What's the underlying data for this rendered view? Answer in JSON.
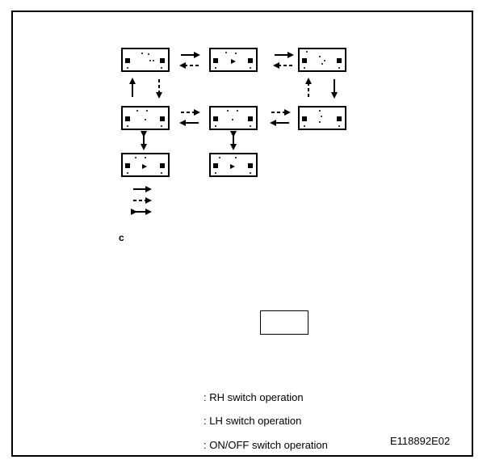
{
  "diagram": {
    "stray_label": "c",
    "legend": {
      "rh": ": RH switch operation",
      "lh": ": LH switch operation",
      "onoff": ": ON/OFF switch operation"
    },
    "figure_code": "E118892E02"
  }
}
